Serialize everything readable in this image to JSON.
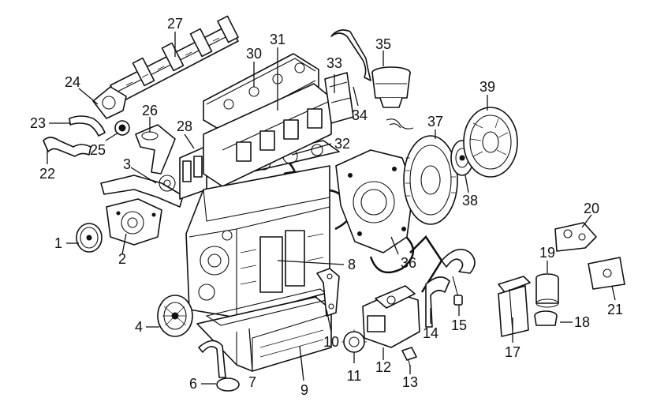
{
  "callouts": [
    {
      "id": "c1",
      "text": "1"
    },
    {
      "id": "c2",
      "text": "2"
    },
    {
      "id": "c3",
      "text": "3"
    },
    {
      "id": "c4",
      "text": "4"
    },
    {
      "id": "c6",
      "text": "6"
    },
    {
      "id": "c7",
      "text": "7"
    },
    {
      "id": "c8",
      "text": "8"
    },
    {
      "id": "c9",
      "text": "9"
    },
    {
      "id": "c10",
      "text": "10"
    },
    {
      "id": "c11",
      "text": "11"
    },
    {
      "id": "c12",
      "text": "12"
    },
    {
      "id": "c13",
      "text": "13"
    },
    {
      "id": "c14",
      "text": "14"
    },
    {
      "id": "c15",
      "text": "15"
    },
    {
      "id": "c17",
      "text": "17"
    },
    {
      "id": "c18",
      "text": "18"
    },
    {
      "id": "c19",
      "text": "19"
    },
    {
      "id": "c20",
      "text": "20"
    },
    {
      "id": "c21",
      "text": "21"
    },
    {
      "id": "c22",
      "text": "22"
    },
    {
      "id": "c23",
      "text": "23"
    },
    {
      "id": "c24",
      "text": "24"
    },
    {
      "id": "c25",
      "text": "25"
    },
    {
      "id": "c26",
      "text": "26"
    },
    {
      "id": "c27",
      "text": "27"
    },
    {
      "id": "c28",
      "text": "28"
    },
    {
      "id": "c30",
      "text": "30"
    },
    {
      "id": "c31",
      "text": "31"
    },
    {
      "id": "c32",
      "text": "32"
    },
    {
      "id": "c33",
      "text": "33"
    },
    {
      "id": "c34",
      "text": "34"
    },
    {
      "id": "c35",
      "text": "35"
    },
    {
      "id": "c36",
      "text": "36"
    },
    {
      "id": "c37",
      "text": "37"
    },
    {
      "id": "c38",
      "text": "38"
    },
    {
      "id": "c39",
      "text": "39"
    }
  ],
  "colors": {
    "ink": "#111111",
    "paper": "#ffffff"
  }
}
